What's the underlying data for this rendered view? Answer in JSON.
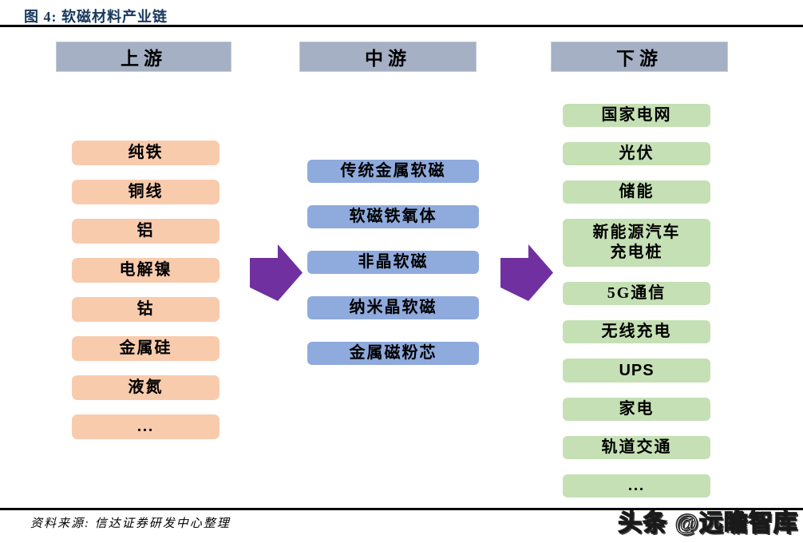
{
  "figure": {
    "title": "图 4: 软磁材料产业链",
    "source": "资料来源: 信达证券研发中心整理",
    "watermark": "头条 @远瞻智库"
  },
  "columns": {
    "upstream": {
      "header": "上游",
      "items": [
        "纯铁",
        "铜线",
        "铝",
        "电解镍",
        "钴",
        "金属硅",
        "液氮",
        "..."
      ]
    },
    "midstream": {
      "header": "中游",
      "items": [
        "传统金属软磁",
        "软磁铁氧体",
        "非晶软磁",
        "纳米晶软磁",
        "金属磁粉芯"
      ]
    },
    "downstream": {
      "header": "下游",
      "items": [
        "国家电网",
        "光伏",
        "储能",
        "新能源汽车\n充电桩",
        "5G通信",
        "无线充电",
        "UPS",
        "家电",
        "轨道交通",
        "..."
      ]
    }
  },
  "colors": {
    "title_color": "#17375E",
    "header_bg": "#A6B0C4",
    "upstream_bg": "#F8CBAD",
    "midstream_bg": "#8FAADC",
    "downstream_bg": "#C5E0B4",
    "arrow_color": "#7030A0"
  }
}
